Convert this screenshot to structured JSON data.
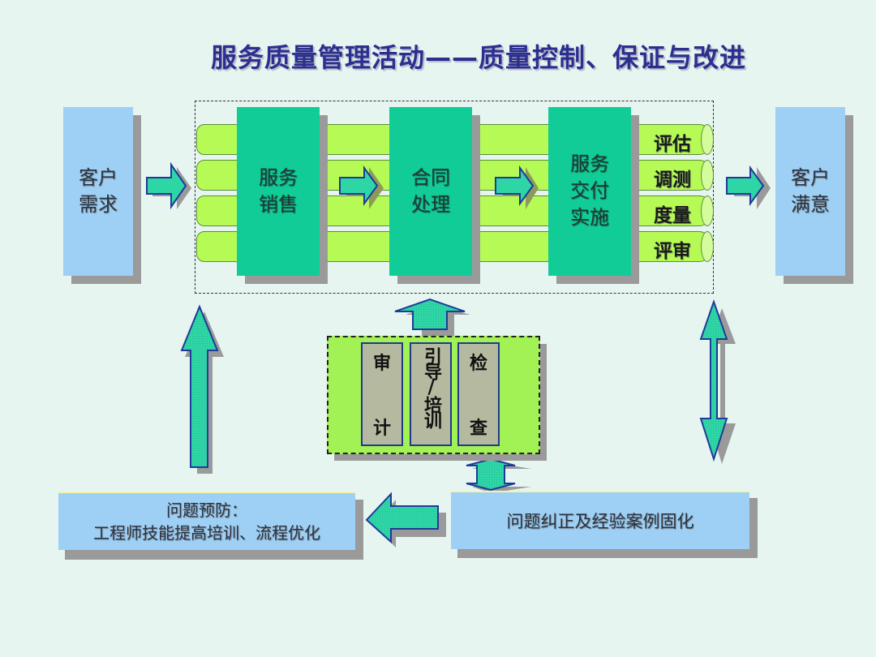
{
  "title": "服务质量管理活动——质量控制、保证与改进",
  "customer_need": {
    "line1": "客户",
    "line2": "需求"
  },
  "customer_satisfaction": {
    "line1": "客户",
    "line2": "满意"
  },
  "process_steps": [
    {
      "line1": "服务",
      "line2": "销售"
    },
    {
      "line1": "合同",
      "line2": "处理"
    },
    {
      "line1": "服务",
      "line2": "交付",
      "line3": "实施"
    }
  ],
  "pipe_labels": [
    "评估",
    "调测",
    "度量",
    "评审"
  ],
  "support_tools": [
    {
      "top": "审",
      "bottom": "计"
    },
    {
      "stacked": "引导/培训"
    },
    {
      "top": "检",
      "bottom": "查"
    }
  ],
  "prevention_box": {
    "line1": "问题预防：",
    "line2": "工程师技能提高培训、流程优化"
  },
  "correction_box": {
    "label": "问题纠正及经验案例固化"
  },
  "colors": {
    "background": "#e6f5f0",
    "title": "#2b2f8f",
    "customer_box": "#9ed0f5",
    "process_box": "#12cc98",
    "pipe": "#b6fb55",
    "arrow_fill": "#2ed6a6",
    "arrow_stroke": "#1f3a9a",
    "tool_frame": "#a3f255",
    "tool_column": "#b5b99f"
  }
}
